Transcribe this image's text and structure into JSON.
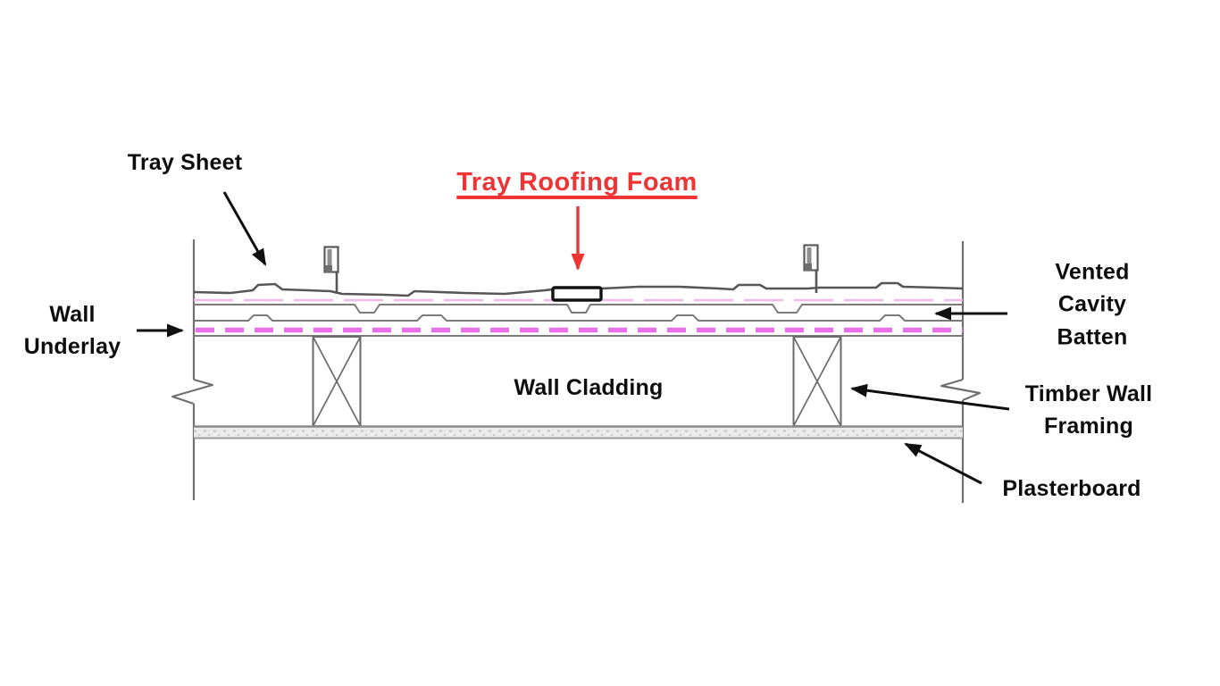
{
  "labels": {
    "tray_sheet": "Tray Sheet",
    "tray_roofing_foam": "Tray Roofing Foam",
    "wall_underlay": "Wall\nUnderlay",
    "wall_cladding": "Wall Cladding",
    "vented_cavity_batten": "Vented\nCavity Batten",
    "timber_wall_framing": "Timber Wall\nFraming",
    "plasterboard": "Plasterboard"
  },
  "colors": {
    "foam_label_red": "#ee3434",
    "wall_underlay_magenta": "#ea70ea",
    "roof_underlay_pink": "#f2b8ec",
    "drawing_gray": "#5f5f5f",
    "label_black": "#0d0d0d"
  }
}
